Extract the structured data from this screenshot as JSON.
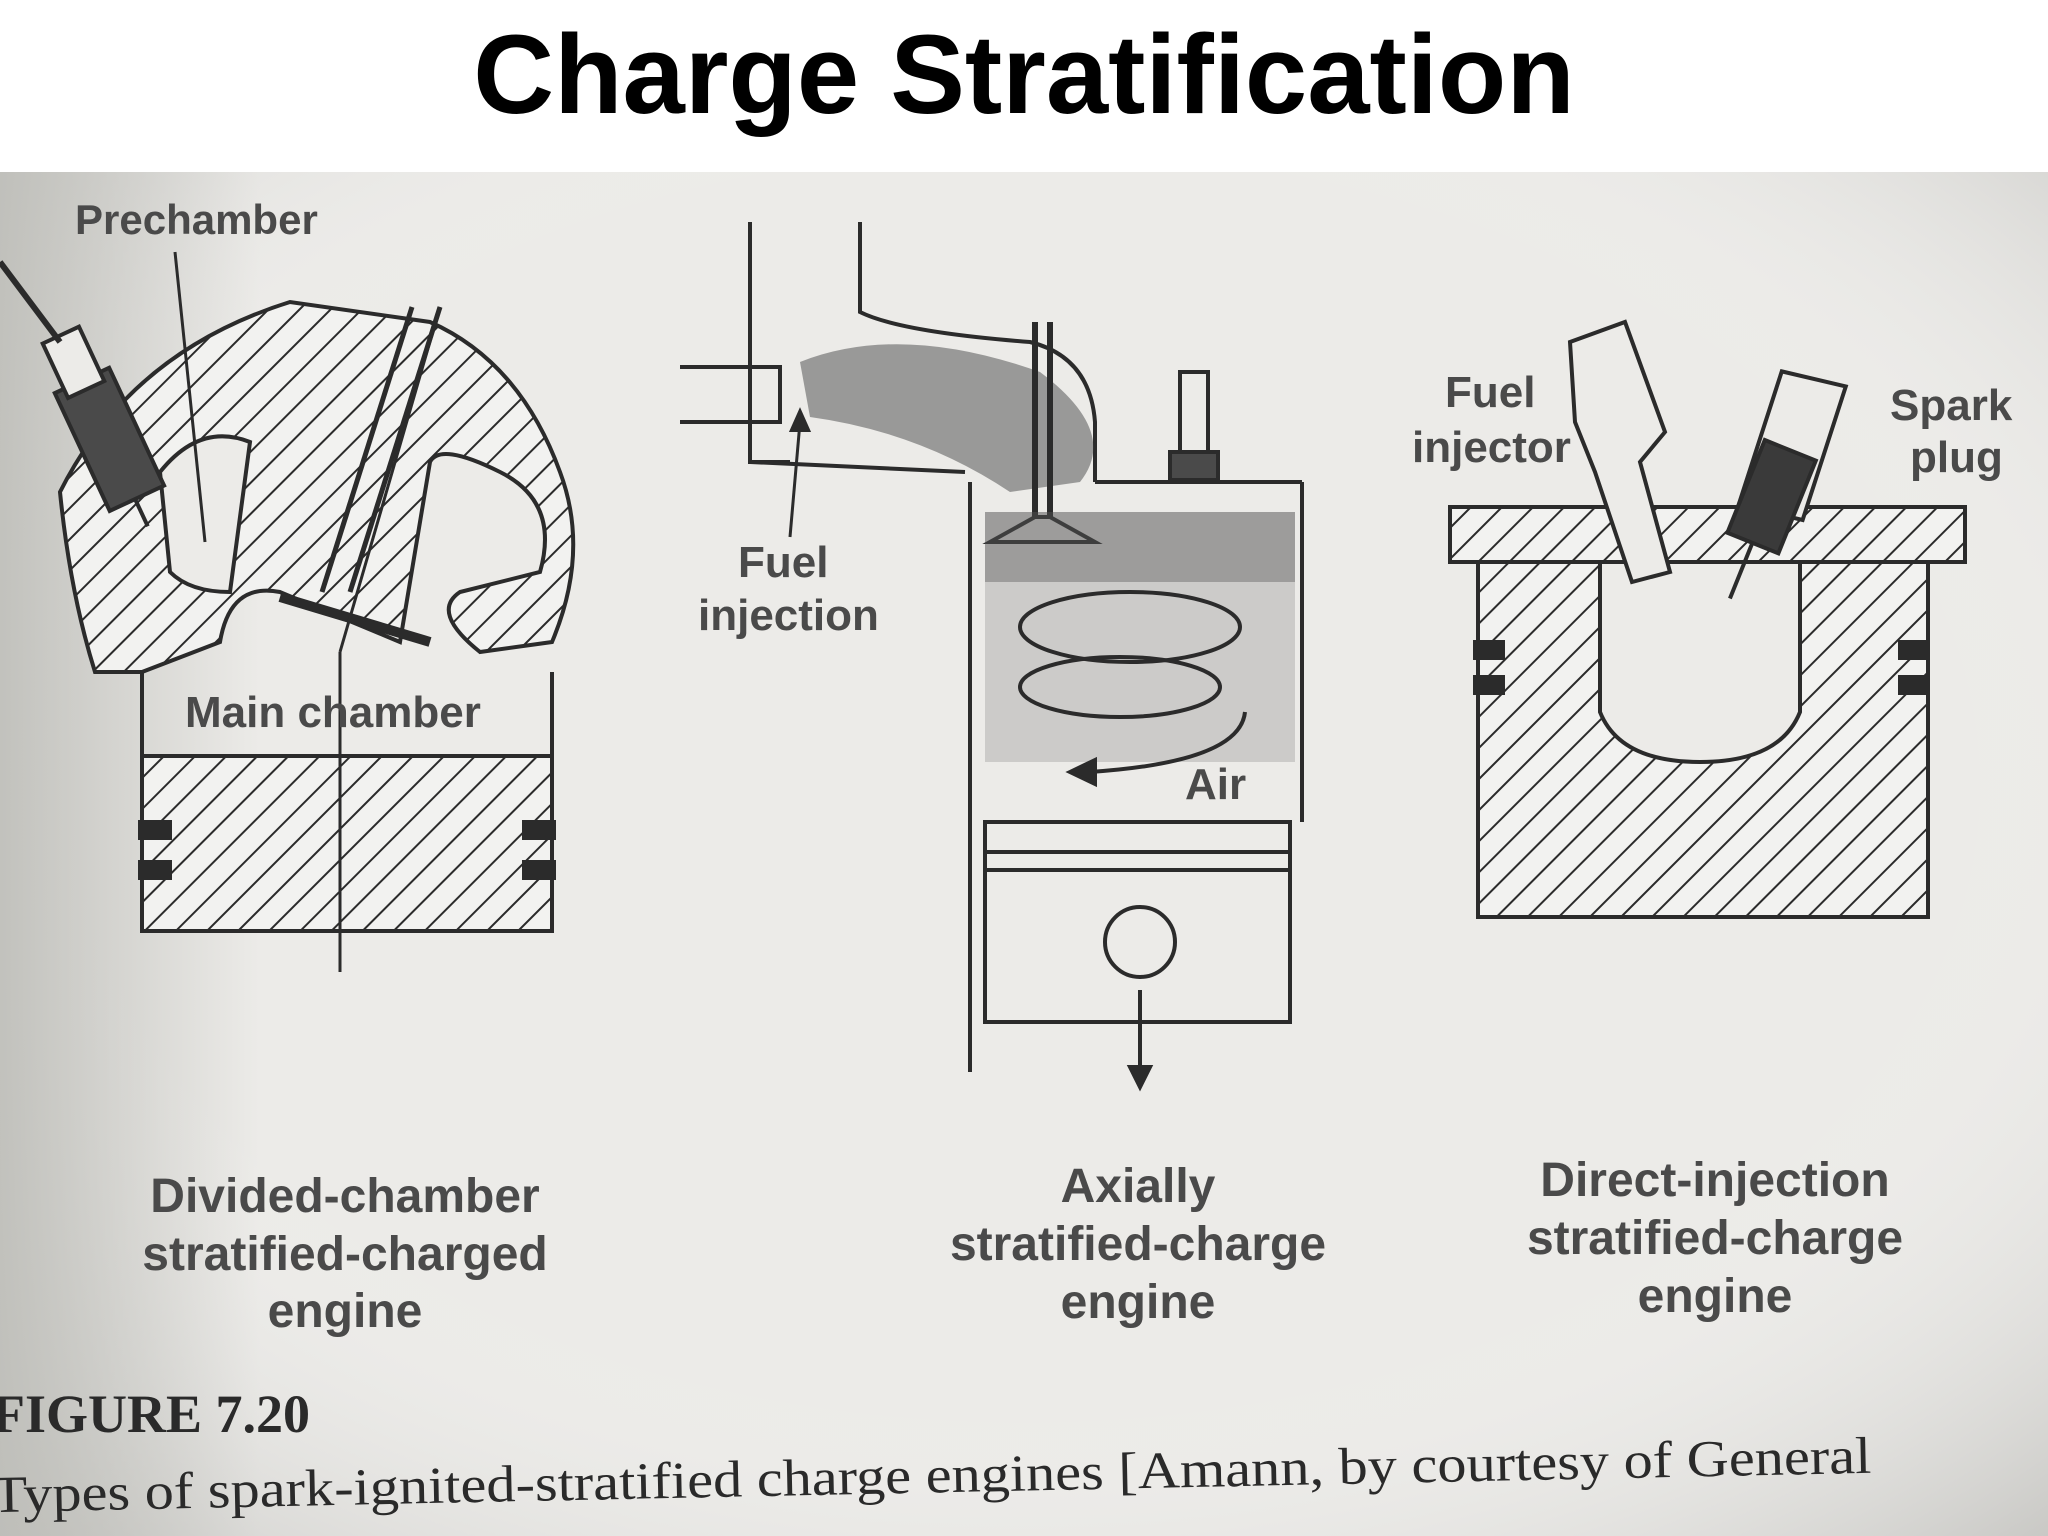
{
  "slide": {
    "title": "Charge Stratification"
  },
  "figure": {
    "panels": [
      {
        "id": "divided-chamber",
        "labels": {
          "prechamber": "Prechamber",
          "main_chamber": "Main chamber"
        },
        "caption_lines": [
          "Divided-chamber",
          "stratified-charged",
          "engine"
        ]
      },
      {
        "id": "axially-stratified",
        "labels": {
          "fuel_injection_1": "Fuel",
          "fuel_injection_2": "injection",
          "air": "Air"
        },
        "caption_lines": [
          "Axially",
          "stratified-charge",
          "engine"
        ]
      },
      {
        "id": "direct-injection",
        "labels": {
          "fuel_injector_1": "Fuel",
          "fuel_injector_2": "injector",
          "spark_plug_1": "Spark",
          "spark_plug_2": "plug"
        },
        "caption_lines": [
          "Direct-injection",
          "stratified-charge",
          "engine"
        ]
      }
    ],
    "figure_number": "FIGURE 7.20",
    "caption": "Types of spark-ignited-stratified charge engines [Amann, by courtesy of General"
  },
  "colors": {
    "background": "#ffffff",
    "photo_paper": "#e9e9e7",
    "ink": "#2b2b2b"
  }
}
